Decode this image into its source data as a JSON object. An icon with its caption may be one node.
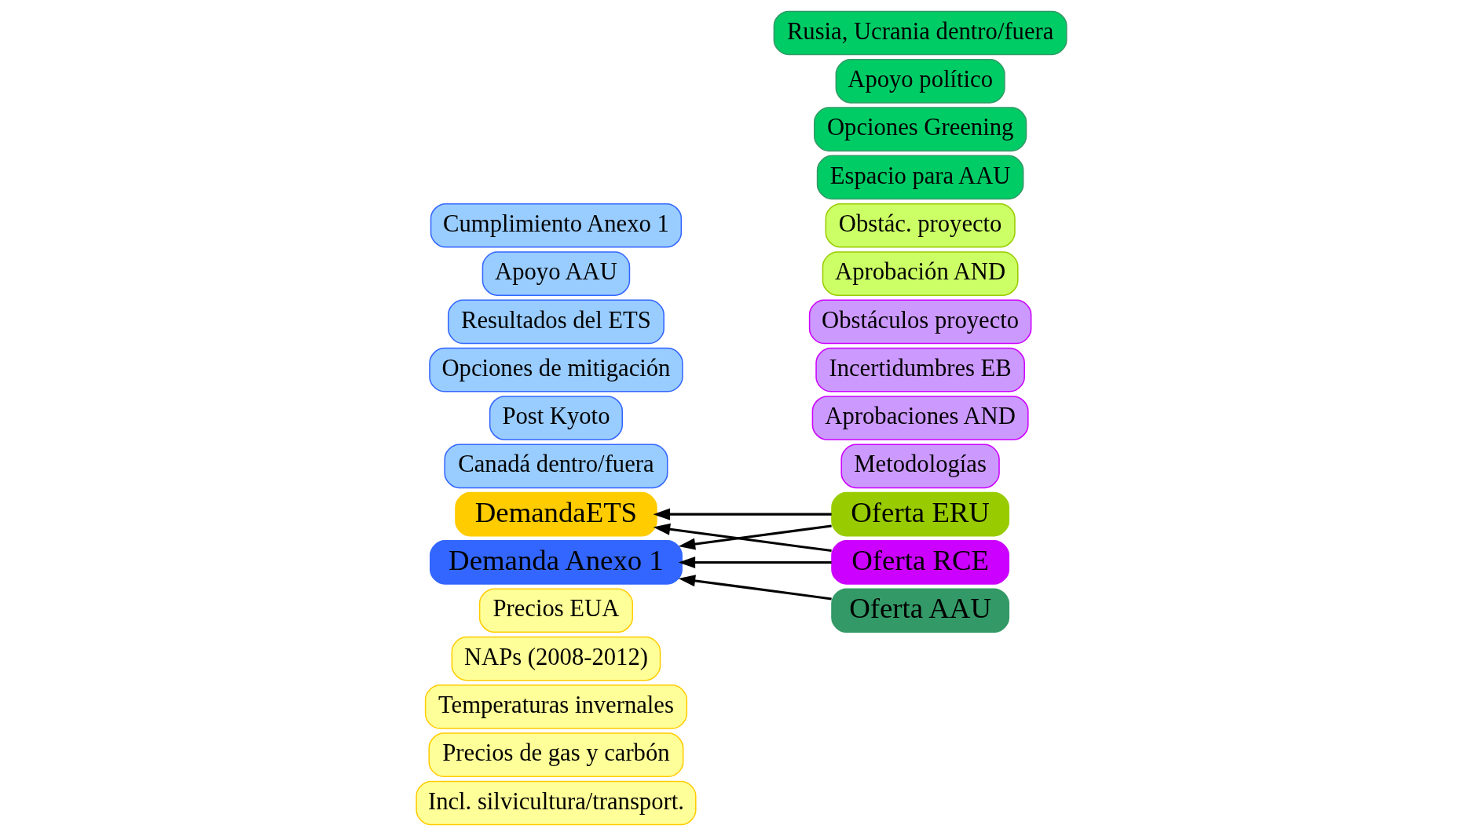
{
  "diagram": {
    "nodes": [
      {
        "text": [
          "Incl. silvicultura/transport."
        ]
      },
      {
        "text": [
          "Precios de gas y carbón"
        ]
      },
      {
        "text": [
          "Temperaturas invernales"
        ]
      },
      {
        "text": [
          "NAPs (2008-2012)"
        ]
      },
      {
        "text": [
          "Precios EUA"
        ]
      },
      {
        "text": [
          "DemandaETS"
        ]
      },
      {
        "text": [
          "Demanda Anexo 1"
        ]
      },
      {
        "text": [
          "Canadá dentro/fuera"
        ]
      },
      {
        "text": [
          "Post Kyoto"
        ]
      },
      {
        "text": [
          "Opciones de mitigación"
        ]
      },
      {
        "text": [
          "Resultados del ETS"
        ]
      },
      {
        "text": [
          "Apoyo AAU"
        ]
      },
      {
        "text": [
          "Cumplimiento Anexo 1"
        ]
      },
      {
        "text": [
          "Metodologías"
        ]
      },
      {
        "text": [
          "Aprobaciones AND"
        ]
      },
      {
        "text": [
          "Incertidumbres EB"
        ]
      },
      {
        "text": [
          "Obstáculos proyecto"
        ]
      },
      {
        "text": [
          "Oferta RCE"
        ]
      },
      {
        "text": [
          "Oferta ERU"
        ]
      },
      {
        "text": [
          "Aprobación AND"
        ]
      },
      {
        "text": [
          "Obstác. proyecto"
        ]
      },
      {
        "text": [
          "Oferta AAU"
        ]
      },
      {
        "text": [
          "Espacio para AAU"
        ]
      },
      {
        "text": [
          "Opciones Greening"
        ]
      },
      {
        "text": [
          "Apoyo político"
        ]
      },
      {
        "text": [
          "Rusia, Ucrania dentro/fuera"
        ]
      }
    ],
    "edges": [
      {
        "from": 17,
        "to": 5,
        "arrow": "to"
      },
      {
        "from": 17,
        "to": 6,
        "arrow": "to"
      },
      {
        "from": 18,
        "to": 5,
        "arrow": "to"
      },
      {
        "from": 18,
        "to": 6,
        "arrow": "to"
      },
      {
        "from": 21,
        "to": 6,
        "arrow": "to"
      }
    ]
  }
}
